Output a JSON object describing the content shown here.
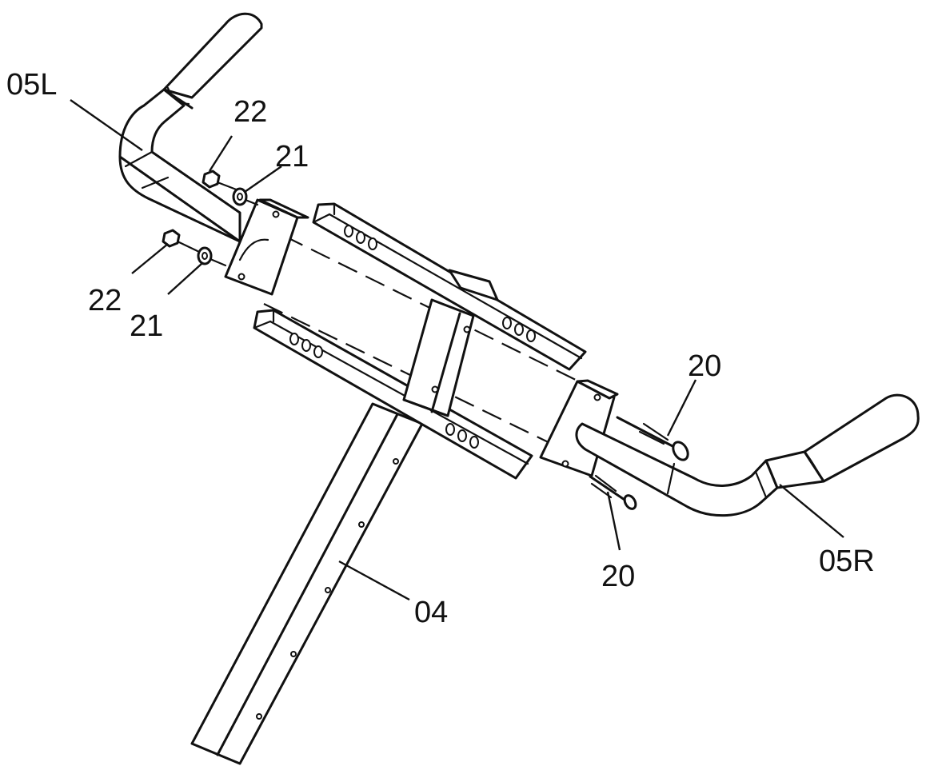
{
  "labels": {
    "handlebar_left": "05L",
    "handlebar_right": "05R",
    "stem": "04",
    "nut_upper": "22",
    "nut_lower": "22",
    "washer_upper": "21",
    "washer_lower": "21",
    "bolt_upper": "20",
    "bolt_lower": "20"
  }
}
